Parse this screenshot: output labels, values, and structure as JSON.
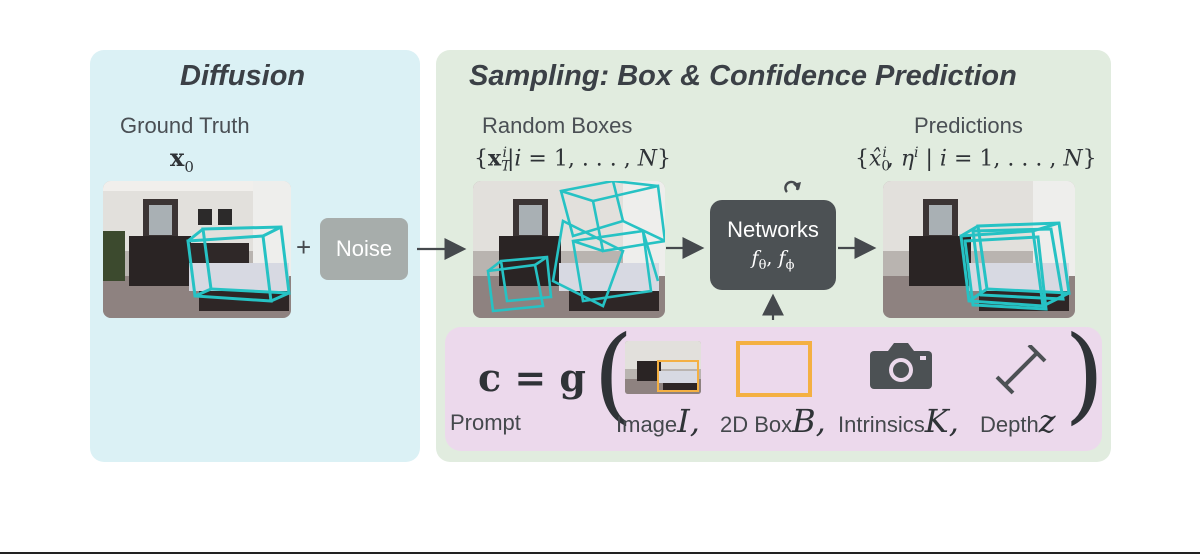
{
  "diffusion": {
    "title": "Diffusion",
    "ground_truth_label": "Ground Truth",
    "x0_symbol": "x",
    "x0_subscript": "0"
  },
  "noise": {
    "label": "Noise",
    "plus": "+"
  },
  "sampling": {
    "title": "Sampling: Box & Confidence Prediction",
    "random_boxes": {
      "label": "Random Boxes",
      "formula": "{x_T^i | i = 1, . . . , N}"
    },
    "networks": {
      "label": "Networks",
      "formula": "fθ, fϕ"
    },
    "predictions": {
      "label": "Predictions",
      "formula": "{x̂_0^i, η^i | i = 1, . . . , N}"
    }
  },
  "prompt": {
    "lhs": "c = g",
    "label": "Prompt",
    "conditions": [
      {
        "label": "Image",
        "var": "I",
        "icon": "image-thumbnail-icon"
      },
      {
        "label": "2D Box",
        "var": "B",
        "icon": "box-2d-icon"
      },
      {
        "label": "Intrinsics",
        "var": "K",
        "icon": "camera-icon"
      },
      {
        "label": "Depth",
        "var": "z",
        "icon": "ruler-icon"
      }
    ]
  },
  "colors": {
    "box_cyan": "#26c2c4",
    "box_orange": "#f4b042",
    "diffusion_bg": "#dbf1f5",
    "sampling_bg": "#e1ecdf",
    "prompt_bg": "#ecd9ec",
    "network_bg": "#4c5154",
    "noise_bg": "#a7adab"
  }
}
